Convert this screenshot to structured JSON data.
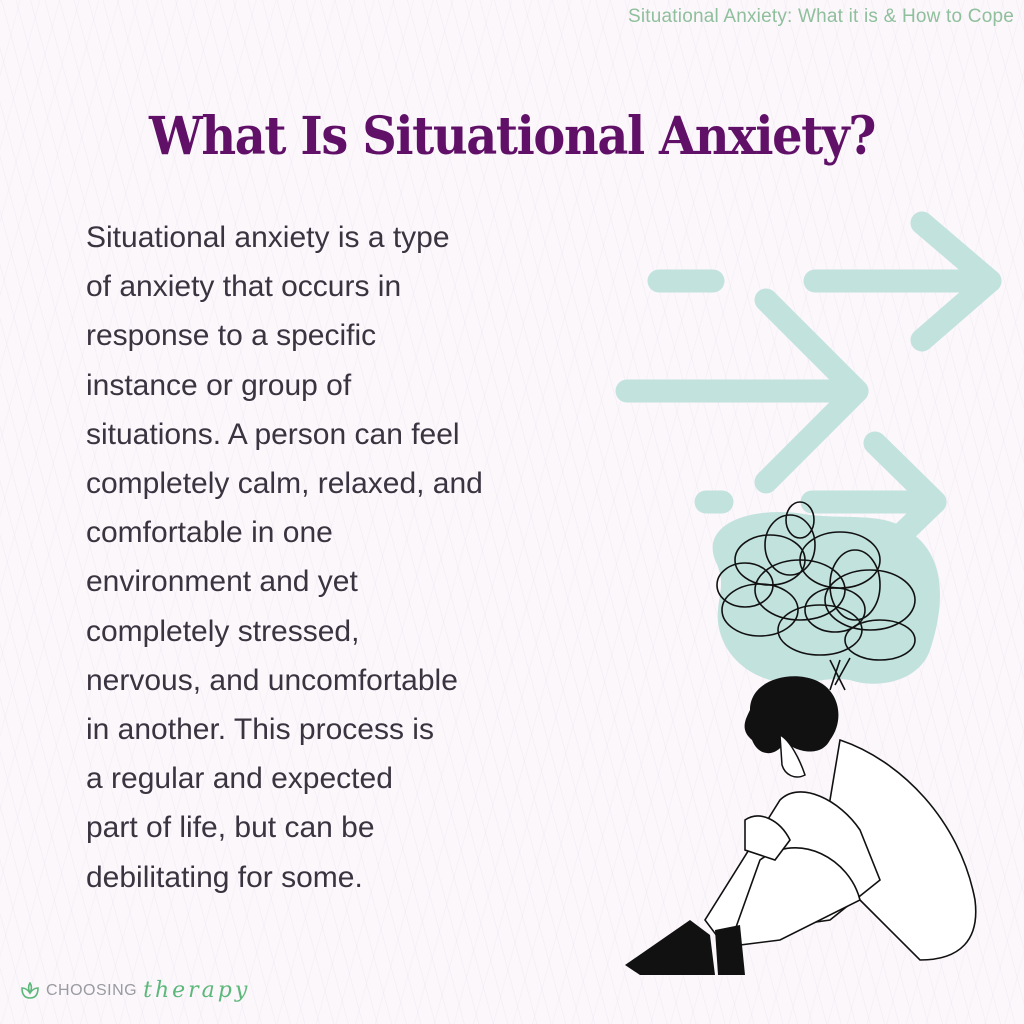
{
  "header": {
    "caption": "Situational Anxiety: What it is & How to Cope",
    "title": "What Is Situational Anxiety?"
  },
  "body": {
    "lines": [
      "Situational anxiety is a type",
      "of anxiety that occurs in",
      "response to a specific",
      "instance or group of",
      "situations. A person can feel",
      "completely calm, relaxed, and",
      "comfortable in one",
      "environment and yet",
      "completely stressed,",
      "nervous, and uncomfortable",
      "in another. This process is",
      "a regular and expected",
      "part of life, but can be",
      "debilitating for some."
    ]
  },
  "illustration": {
    "description": "Person sitting hugging knees with tangled thought scribble above head and teal arrows",
    "arrow_color": "#c2e2de",
    "blob_color": "#c2e2de"
  },
  "footer": {
    "logo_icon": "lotus-icon",
    "brand_word1": "CHOOSING",
    "brand_word2": "therapy"
  },
  "colors": {
    "title": "#611068",
    "caption": "#8fbf9c",
    "body_text": "#3a3340",
    "background": "#fbf7fb",
    "brand_green": "#5cb87a"
  }
}
